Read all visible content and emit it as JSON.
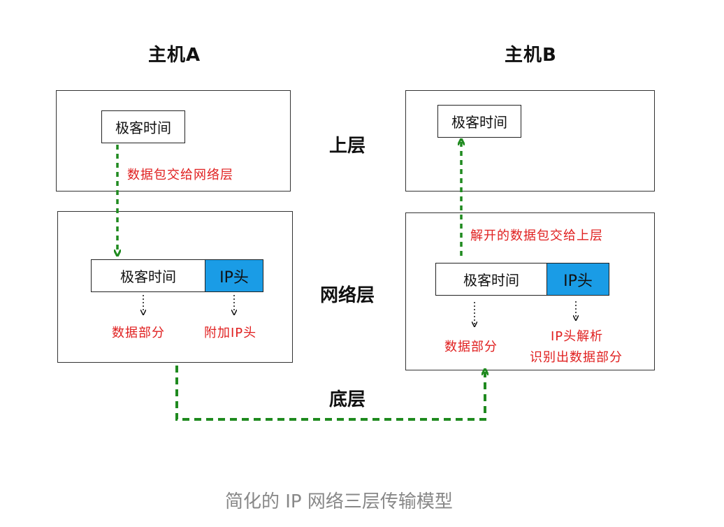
{
  "hostA": {
    "title": "主机A"
  },
  "hostB": {
    "title": "主机B"
  },
  "layers": {
    "upper": "上层",
    "network": "网络层",
    "lower": "底层"
  },
  "packet": {
    "data_label": "极客时间",
    "ip_header": "IP头"
  },
  "annotations": {
    "a_to_network": "数据包交给网络层",
    "a_data_part": "数据部分",
    "a_add_ip": "附加IP头",
    "b_to_upper": "解开的数据包交给上层",
    "b_data_part": "数据部分",
    "b_ip_parse": "IP头解析",
    "b_identify": "识别出数据部分"
  },
  "caption": "简化的 IP 网络三层传输模型",
  "colors": {
    "green_arrow": "#1f8a1f",
    "red_text": "#e02020",
    "ip_blue": "#1a9ce6"
  }
}
